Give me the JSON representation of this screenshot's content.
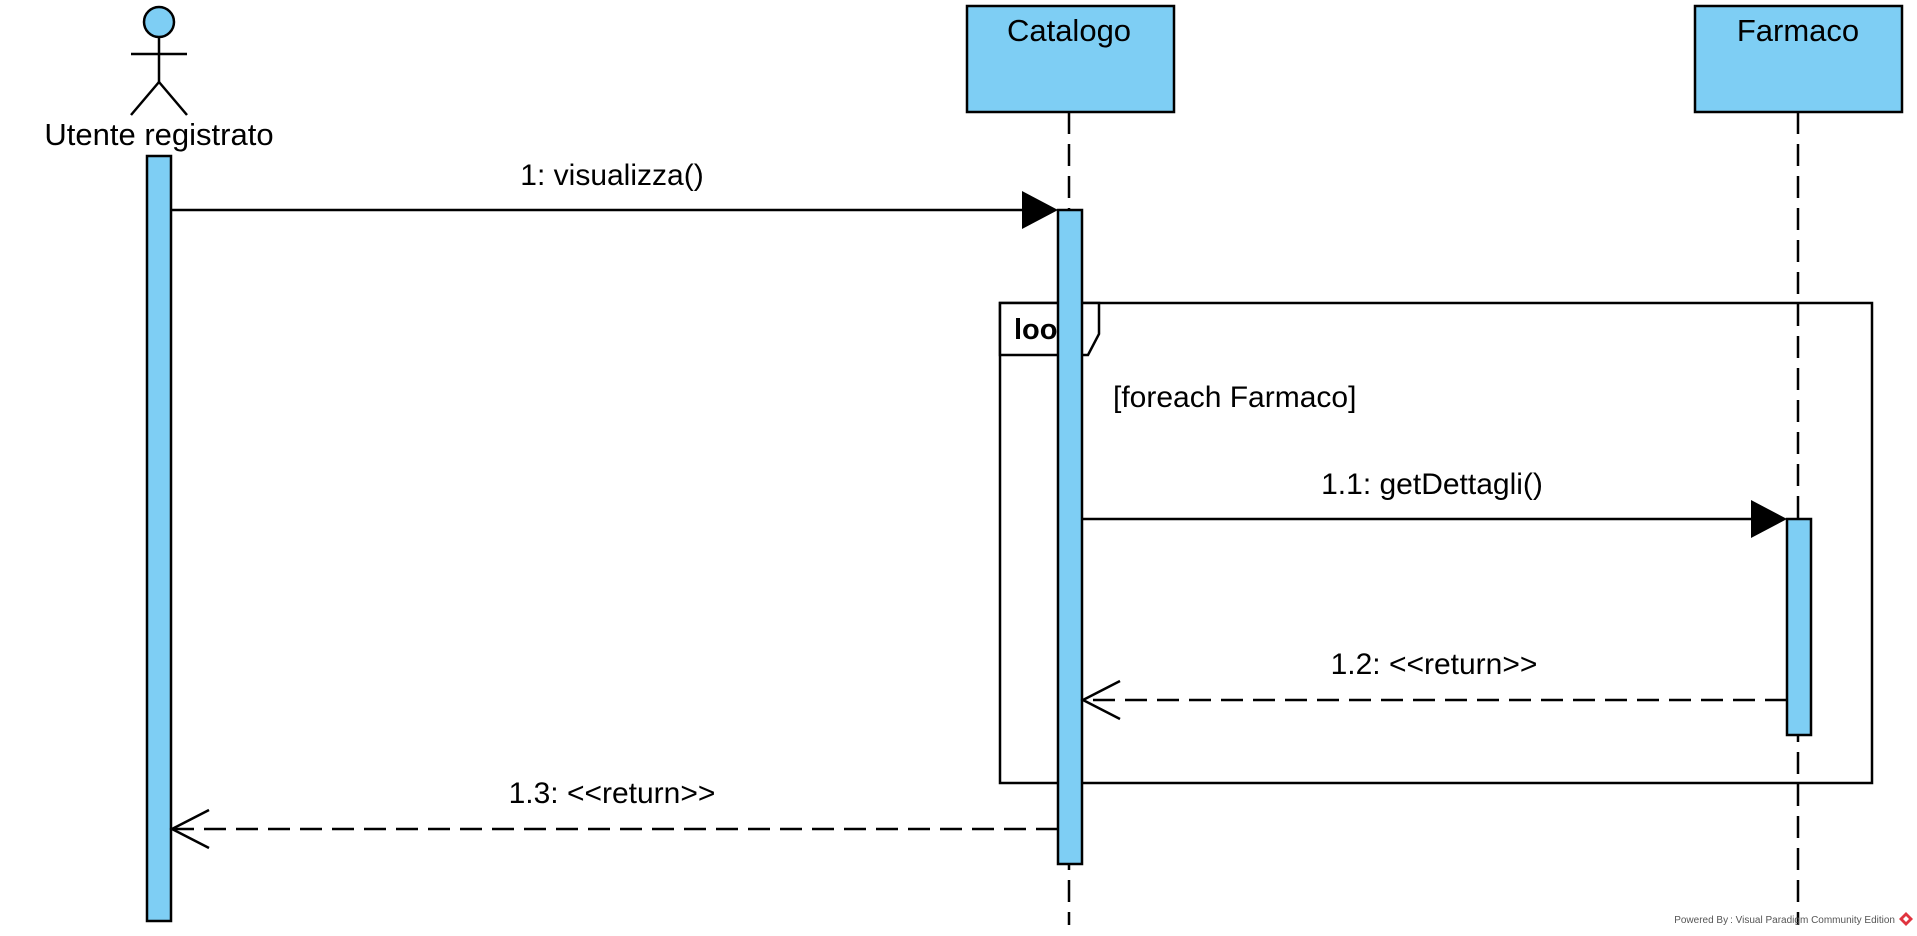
{
  "actor": {
    "name": "Utente registrato"
  },
  "participants": [
    {
      "name": "Catalogo"
    },
    {
      "name": "Farmaco"
    }
  ],
  "fragment": {
    "operator": "loop",
    "guard": "[foreach Farmaco]"
  },
  "messages": [
    {
      "label": "1: visualizza()",
      "kind": "sync"
    },
    {
      "label": "1.1: getDettagli()",
      "kind": "sync"
    },
    {
      "label": "1.2: <<return>>",
      "kind": "return"
    },
    {
      "label": "1.3: <<return>>",
      "kind": "return"
    }
  ],
  "footer": "Powered By : Visual Paradigm Community Edition",
  "colors": {
    "fill": "#7ecef4",
    "stroke": "#000000",
    "logo": "#e0343f"
  },
  "icons": {
    "actor": "stick-figure-icon",
    "logo": "visual-paradigm-logo-icon"
  }
}
